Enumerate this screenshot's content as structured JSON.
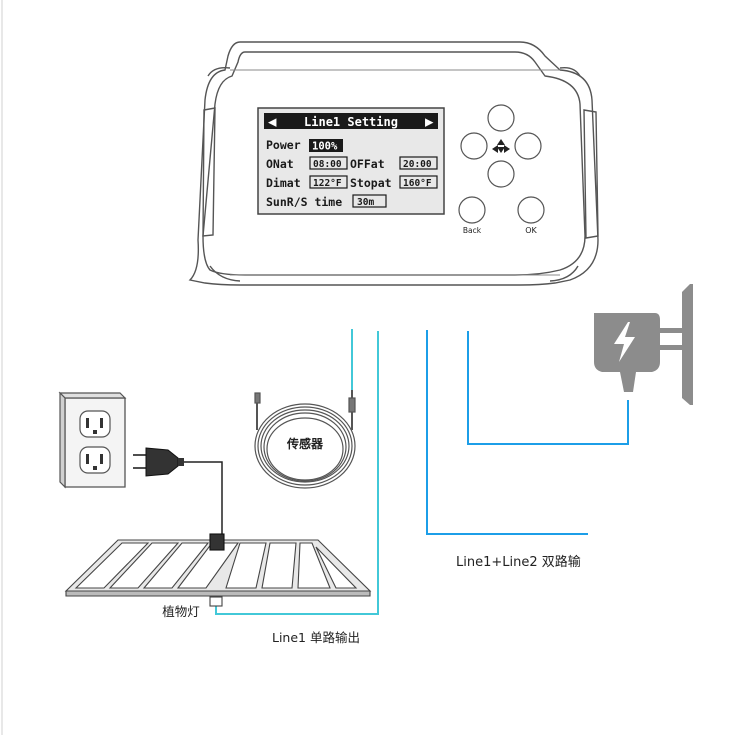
{
  "screen": {
    "title": "Line1 Setting",
    "left_arrow": "◀",
    "right_arrow": "▶",
    "power_label": "Power",
    "power_value": "100%",
    "on_label": "ONat",
    "on_value": "08:00",
    "off_label": "OFFat",
    "off_value": "20:00",
    "dim_label": "Dimat",
    "dim_value": "122°F",
    "stop_label": "Stopat",
    "stop_value": "160°F",
    "sun_label": "SunR/S time",
    "sun_value": "30m"
  },
  "buttons": {
    "back": "Back",
    "ok": "OK"
  },
  "labels": {
    "sensor": "传感器",
    "plant_light": "植物灯",
    "line1_single": "Line1  单路输出",
    "dual_line": "Line1+Line2  双路输"
  },
  "colors": {
    "line_color": "#1c9ee8",
    "device_outline": "#555555",
    "lcd_bg": "#e8e8e8",
    "adapter": "#8c8c8c"
  }
}
